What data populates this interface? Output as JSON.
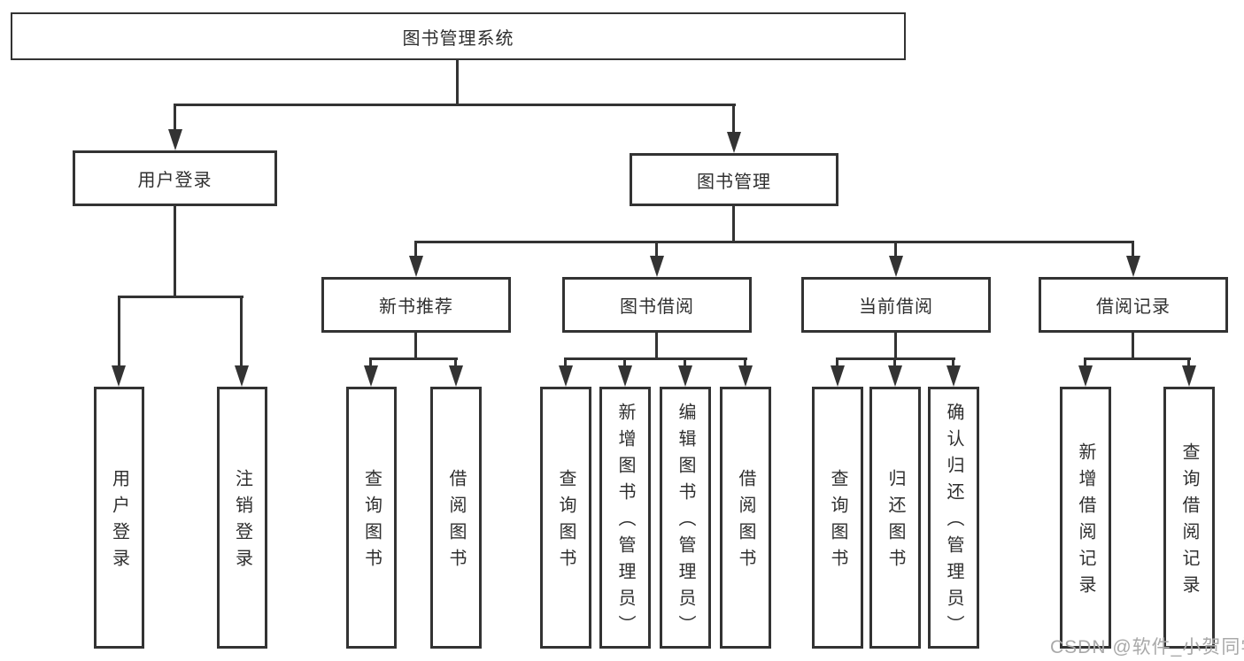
{
  "root": {
    "label": "图书管理系统"
  },
  "level2": [
    {
      "label": "用户登录"
    },
    {
      "label": "图书管理"
    }
  ],
  "level3": [
    {
      "label": "新书推荐"
    },
    {
      "label": "图书借阅"
    },
    {
      "label": "当前借阅"
    },
    {
      "label": "借阅记录"
    }
  ],
  "leaves": {
    "user_login": [
      "用户登录",
      "注销登录"
    ],
    "new_book_recommend": [
      "查询图书",
      "借阅图书"
    ],
    "book_borrow": [
      "查询图书",
      "新增图书（管理员）",
      "编辑图书（管理员）",
      "借阅图书"
    ],
    "current_borrow": [
      "查询图书",
      "归还图书",
      "确认归还（管理员）"
    ],
    "borrow_record": [
      "新增借阅记录",
      "查询借阅记录"
    ]
  },
  "watermark": "CSDN @软件_小贺同学",
  "colors": {
    "line": "#333333",
    "text": "#2f2f2f",
    "watermark": "#a9a9a9",
    "background": "#ffffff"
  }
}
